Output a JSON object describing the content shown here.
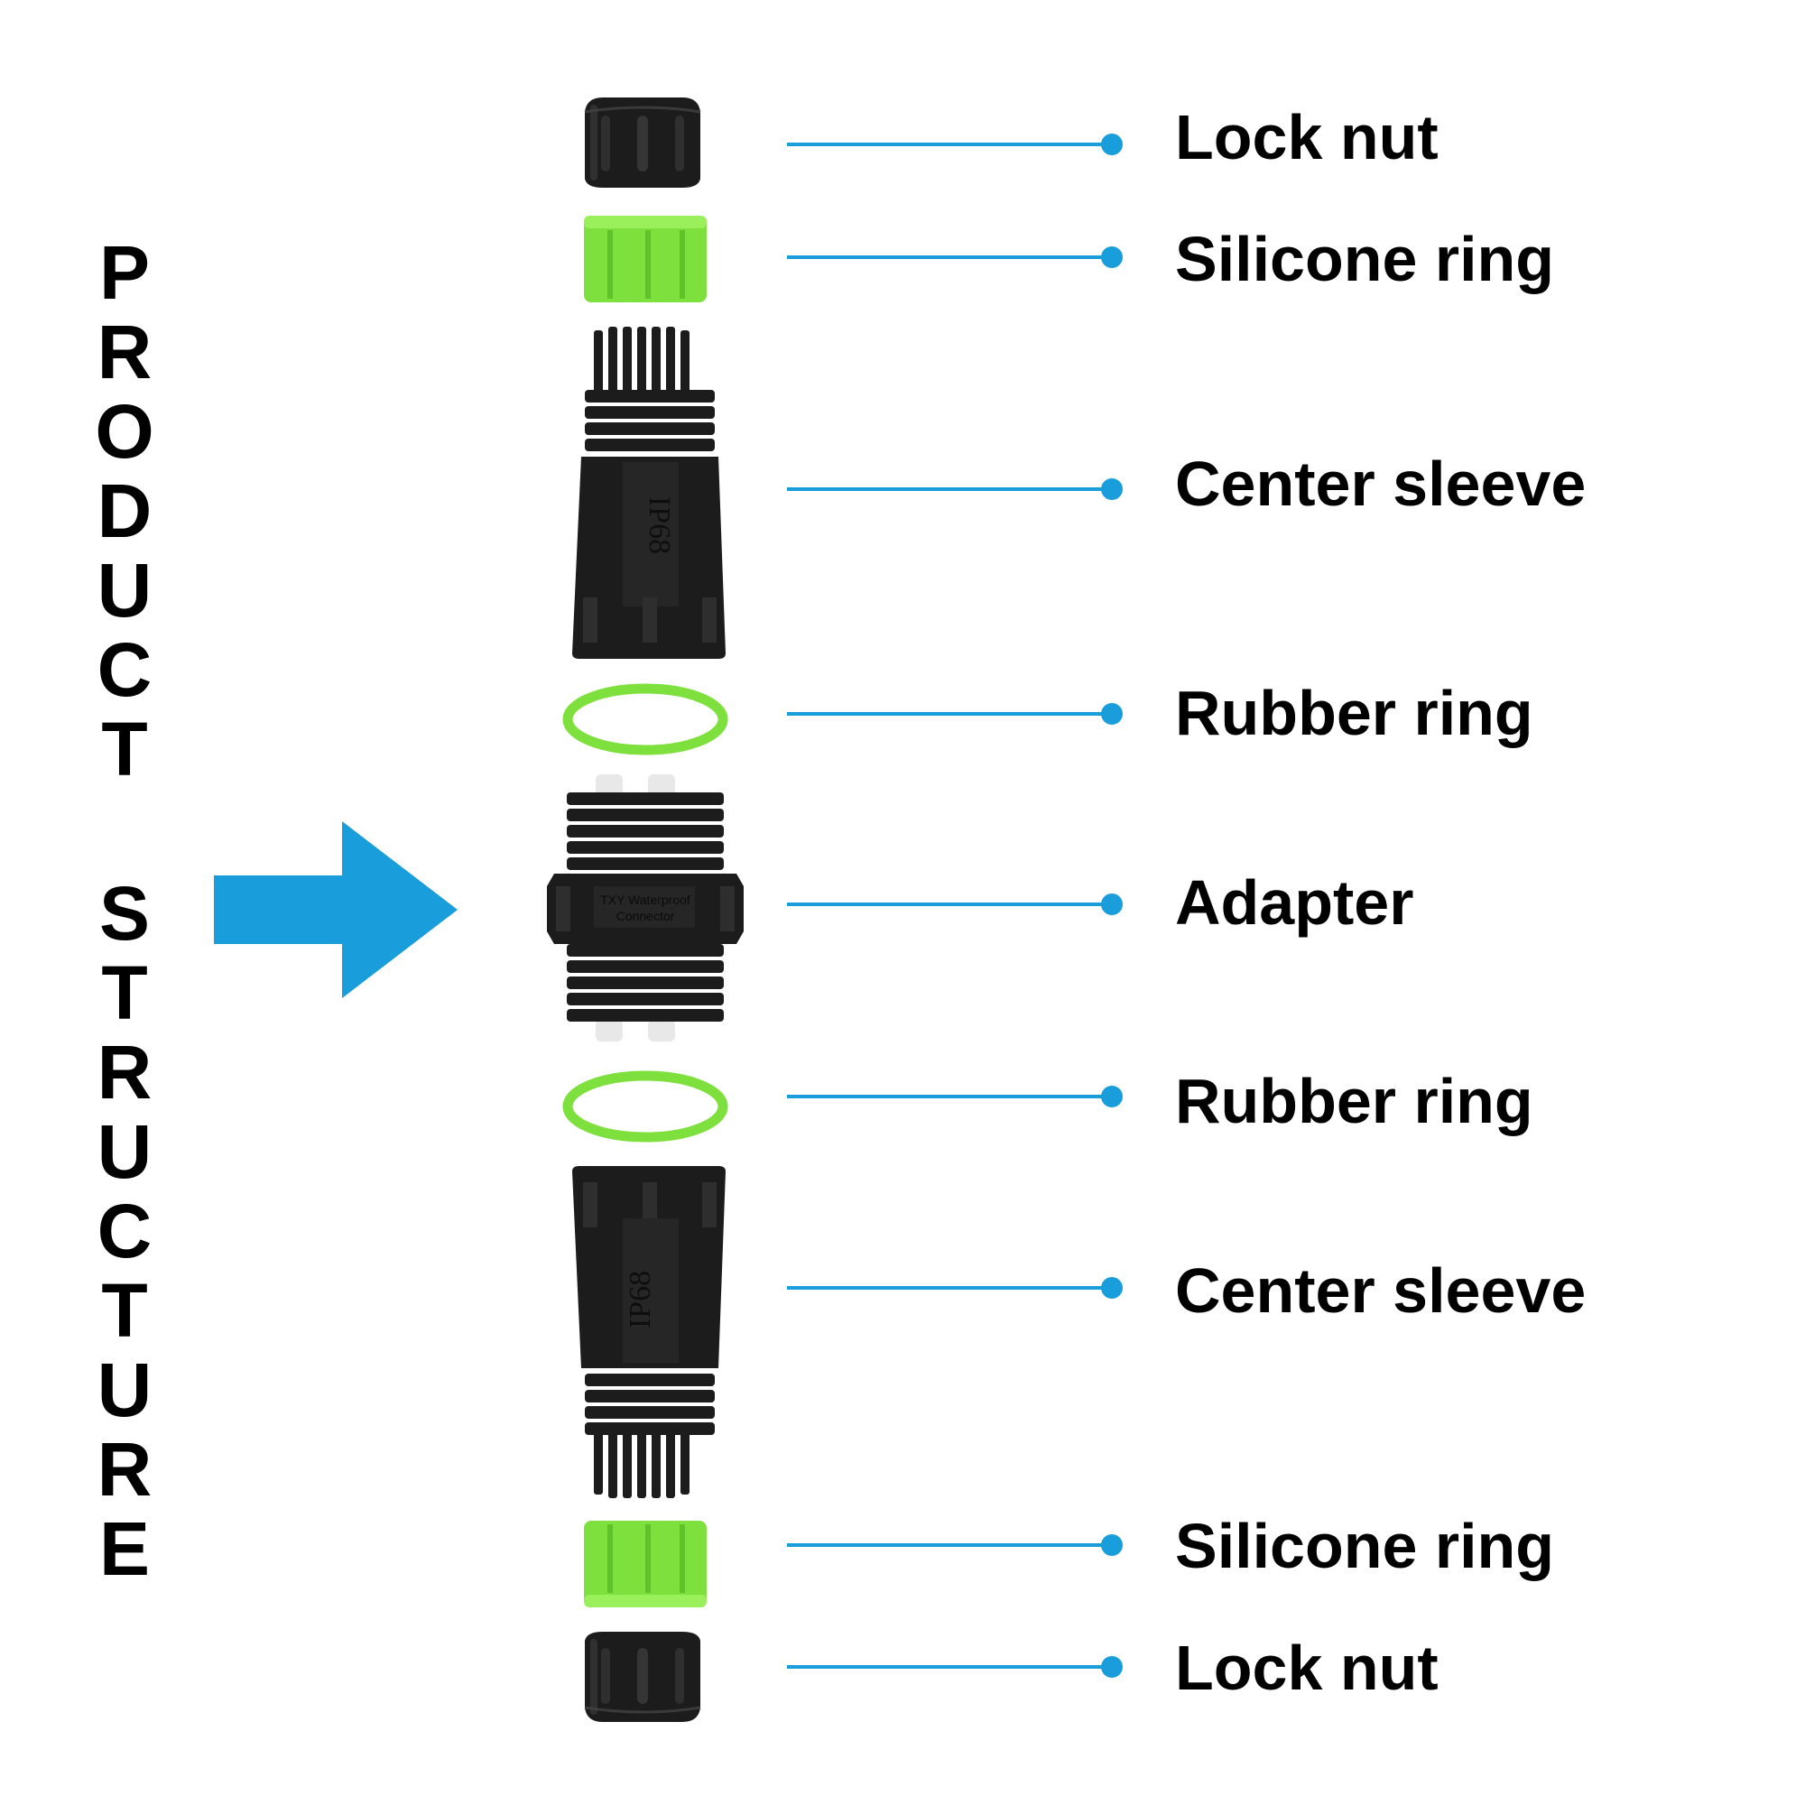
{
  "title": {
    "line1": [
      "P",
      "R",
      "O",
      "D",
      "U",
      "C",
      "T"
    ],
    "line2": [
      "S",
      "T",
      "R",
      "U",
      "C",
      "T",
      "U",
      "R",
      "E"
    ]
  },
  "colors": {
    "accent": "#1a9ddb",
    "part_black": "#1c1c1c",
    "part_green": "#7ee03c",
    "text": "#000000"
  },
  "parts": [
    {
      "label": "Lock nut"
    },
    {
      "label": "Silicone ring"
    },
    {
      "label": "Center sleeve",
      "marking": "IP68"
    },
    {
      "label": "Rubber ring"
    },
    {
      "label": "Adapter",
      "marking_line1": "TXY Waterproof",
      "marking_line2": "Connector"
    },
    {
      "label": "Rubber ring"
    },
    {
      "label": "Center sleeve",
      "marking": "IP68"
    },
    {
      "label": "Silicone ring"
    },
    {
      "label": "Lock nut"
    }
  ]
}
